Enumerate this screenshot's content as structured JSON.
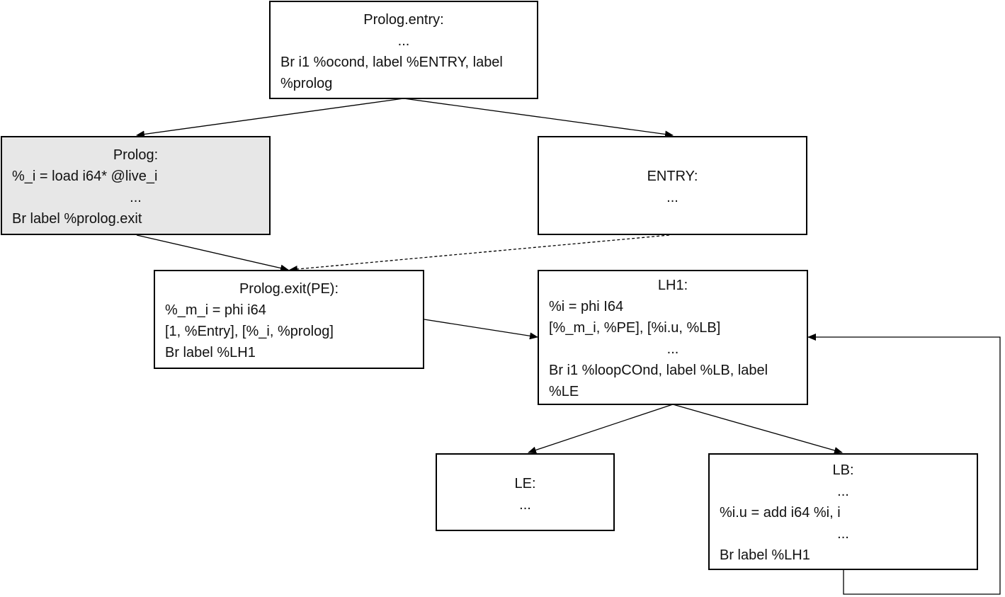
{
  "blocks": {
    "prolog_entry": {
      "title": "Prolog.entry:",
      "line1": "...",
      "line2": "Br i1 %ocond, label %ENTRY, label",
      "line3": "%prolog"
    },
    "prolog": {
      "title": "Prolog:",
      "line1": "%_i = load i64* @live_i",
      "line2": "...",
      "line3": "Br label %prolog.exit"
    },
    "entry": {
      "title": "ENTRY:",
      "line1": "..."
    },
    "prolog_exit": {
      "title": "Prolog.exit(PE):",
      "line1": "%_m_i = phi i64",
      "line2": "[1, %Entry], [%_i, %prolog]",
      "line3": "Br label %LH1"
    },
    "lh1": {
      "title": "LH1:",
      "line1": "%i = phi I64",
      "line2": "[%_m_i, %PE], [%i.u, %LB]",
      "line3": "...",
      "line4": "Br i1 %loopCOnd, label %LB, label",
      "line5": "%LE"
    },
    "le": {
      "title": "LE:",
      "line1": "..."
    },
    "lb": {
      "title": "LB:",
      "line1": "...",
      "line2": "%i.u = add i64 %i, i",
      "line3": "...",
      "line4": "Br label %LH1"
    }
  },
  "edges": [
    {
      "from": "prolog_entry",
      "to": "prolog",
      "style": "solid"
    },
    {
      "from": "prolog_entry",
      "to": "entry",
      "style": "solid"
    },
    {
      "from": "prolog",
      "to": "prolog_exit",
      "style": "solid"
    },
    {
      "from": "entry",
      "to": "prolog_exit",
      "style": "dashed"
    },
    {
      "from": "prolog_exit",
      "to": "lh1",
      "style": "solid"
    },
    {
      "from": "lh1",
      "to": "le",
      "style": "solid"
    },
    {
      "from": "lh1",
      "to": "lb",
      "style": "solid"
    },
    {
      "from": "lb",
      "to": "lh1",
      "style": "solid"
    }
  ],
  "colors": {
    "border": "#000000",
    "shaded_fill": "#e7e7e7",
    "fill": "#ffffff"
  }
}
